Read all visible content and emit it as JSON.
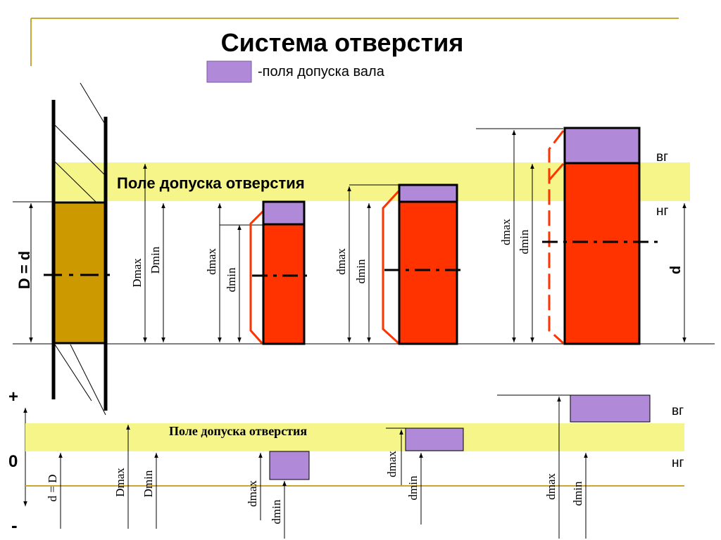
{
  "title": "Система отверстия",
  "legend": {
    "label": "-поля допуска вала",
    "swatch_color": "#b089d8"
  },
  "top_diagram": {
    "hole_zone_label": "Поле допуска отверстия",
    "left_dimension_label": "D = d",
    "hole_dims": {
      "dmax": "Dmax",
      "dmin": "Dmin"
    },
    "shafts": [
      {
        "dmax": "dmax",
        "dmin": "dmin"
      },
      {
        "dmax": "dmax",
        "dmin": "dmin"
      },
      {
        "dmax": "dmax",
        "dmin": "dmin"
      }
    ],
    "right_labels": {
      "upper": "вг",
      "lower": "нг",
      "d": "d"
    }
  },
  "bottom_diagram": {
    "hole_zone_label": "Поле допуска отверстия",
    "plus": "+",
    "zero": "0",
    "minus": "-",
    "left_dim": "d = D",
    "hole_dims": {
      "dmax": "Dmax",
      "dmin": "Dmin"
    },
    "shafts": [
      {
        "dmax": "dmax",
        "dmin": "dmin"
      },
      {
        "dmax": "dmax",
        "dmin": "dmin"
      },
      {
        "dmax": "dmax",
        "dmin": "dmin"
      }
    ],
    "right_labels": {
      "upper": "вг",
      "lower": "нг"
    }
  },
  "colors": {
    "hole_zone": "#f5f58a",
    "shaft_body": "#ff3300",
    "shaft_tolerance": "#b089d8",
    "hole_part": "#cc9900",
    "frame_line": "#c8a832"
  }
}
